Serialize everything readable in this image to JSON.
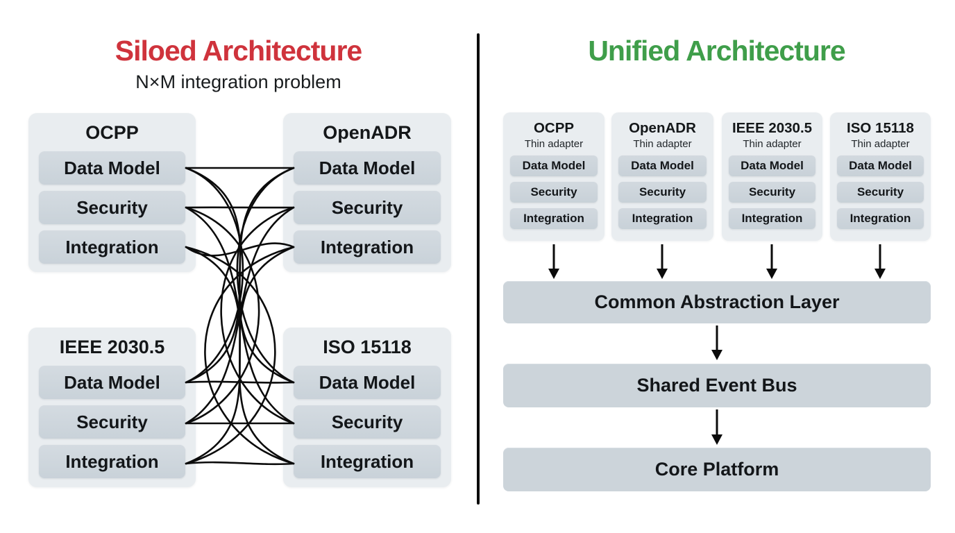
{
  "left": {
    "title": "Siloed Architecture",
    "subtitle": "N×M integration problem",
    "groups": [
      {
        "title": "OCPP",
        "items": [
          "Data Model",
          "Security",
          "Integration"
        ]
      },
      {
        "title": "OpenADR",
        "items": [
          "Data Model",
          "Security",
          "Integration"
        ]
      },
      {
        "title": "IEEE 2030.5",
        "items": [
          "Data Model",
          "Security",
          "Integration"
        ]
      },
      {
        "title": "ISO 15118",
        "items": [
          "Data Model",
          "Security",
          "Integration"
        ]
      }
    ],
    "connections": [
      {
        "from": [
          0,
          0
        ],
        "to": [
          1,
          0
        ],
        "straight": true
      },
      {
        "from": [
          0,
          1
        ],
        "to": [
          1,
          1
        ]
      },
      {
        "from": [
          0,
          2
        ],
        "to": [
          1,
          2
        ]
      },
      {
        "from": [
          2,
          0
        ],
        "to": [
          3,
          0
        ]
      },
      {
        "from": [
          2,
          1
        ],
        "to": [
          3,
          1
        ],
        "straight": true
      },
      {
        "from": [
          2,
          2
        ],
        "to": [
          3,
          2
        ]
      },
      {
        "from": [
          0,
          0
        ],
        "to": [
          2,
          0
        ]
      },
      {
        "from": [
          0,
          1
        ],
        "to": [
          2,
          1
        ]
      },
      {
        "from": [
          0,
          2
        ],
        "to": [
          2,
          2
        ]
      },
      {
        "from": [
          1,
          0
        ],
        "to": [
          3,
          0
        ]
      },
      {
        "from": [
          1,
          1
        ],
        "to": [
          3,
          1
        ]
      },
      {
        "from": [
          1,
          2
        ],
        "to": [
          3,
          2
        ]
      },
      {
        "from": [
          0,
          0
        ],
        "to": [
          3,
          0
        ]
      },
      {
        "from": [
          0,
          1
        ],
        "to": [
          3,
          1
        ]
      },
      {
        "from": [
          0,
          2
        ],
        "to": [
          3,
          2
        ]
      },
      {
        "from": [
          1,
          0
        ],
        "to": [
          2,
          0
        ]
      },
      {
        "from": [
          1,
          1
        ],
        "to": [
          2,
          1
        ]
      },
      {
        "from": [
          1,
          2
        ],
        "to": [
          2,
          2
        ]
      }
    ]
  },
  "right": {
    "title": "Unified Architecture",
    "adapters": [
      {
        "title": "OCPP",
        "subtitle": "Thin adapter",
        "items": [
          "Data Model",
          "Security",
          "Integration"
        ]
      },
      {
        "title": "OpenADR",
        "subtitle": "Thin adapter",
        "items": [
          "Data Model",
          "Security",
          "Integration"
        ]
      },
      {
        "title": "IEEE 2030.5",
        "subtitle": "Thin adapter",
        "items": [
          "Data Model",
          "Security",
          "Integration"
        ]
      },
      {
        "title": "ISO 15118",
        "subtitle": "Thin adapter",
        "items": [
          "Data Model",
          "Security",
          "Integration"
        ]
      }
    ],
    "layers": {
      "abstraction": "Common Abstraction Layer",
      "event_bus": "Shared Event Bus",
      "core": "Core Platform"
    },
    "flows": [
      {
        "from": "OCPP adapter",
        "to": "Common Abstraction Layer"
      },
      {
        "from": "OpenADR adapter",
        "to": "Common Abstraction Layer"
      },
      {
        "from": "IEEE 2030.5 adapter",
        "to": "Common Abstraction Layer"
      },
      {
        "from": "ISO 15118 adapter",
        "to": "Common Abstraction Layer"
      },
      {
        "from": "Common Abstraction Layer",
        "to": "Shared Event Bus"
      },
      {
        "from": "Shared Event Bus",
        "to": "Core Platform"
      }
    ]
  },
  "colors": {
    "siloed_title": "#cf333c",
    "unified_title": "#3f9e4a",
    "card_background": "#e9edf0",
    "item_background": "#ccd4da",
    "layer_bar_background": "#ccd4da",
    "line_color": "#0b0b0b",
    "text_color": "#131619"
  }
}
